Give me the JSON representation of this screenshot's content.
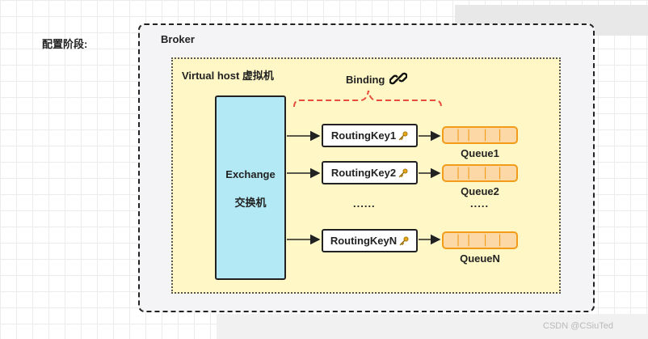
{
  "stage_label": "配置阶段:",
  "broker": {
    "title": "Broker"
  },
  "vhost": {
    "title": "Virtual host 虚拟机"
  },
  "binding": {
    "label": "Binding",
    "icon": "link-icon"
  },
  "exchange": {
    "title": "Exchange",
    "subtitle": "交换机"
  },
  "routing_keys": [
    {
      "label": "RoutingKey1",
      "icon": "key-icon"
    },
    {
      "label": "RoutingKey2",
      "icon": "key-icon"
    },
    {
      "label": "RoutingKeyN",
      "icon": "key-icon"
    }
  ],
  "queues": [
    {
      "label": "Queue1"
    },
    {
      "label": "Queue2"
    },
    {
      "label": "QueueN"
    }
  ],
  "ellipsis": {
    "routing": "......",
    "queue": "....."
  },
  "watermark": "CSDN @CSiuTed",
  "colors": {
    "exchange_fill": "#b2e9f5",
    "vhost_fill": "#fff8c6",
    "queue_fill": "#fbd8a6",
    "queue_border": "#f39c1a",
    "binding_brace": "#e74c3c",
    "key_icon": "#e6a817"
  }
}
